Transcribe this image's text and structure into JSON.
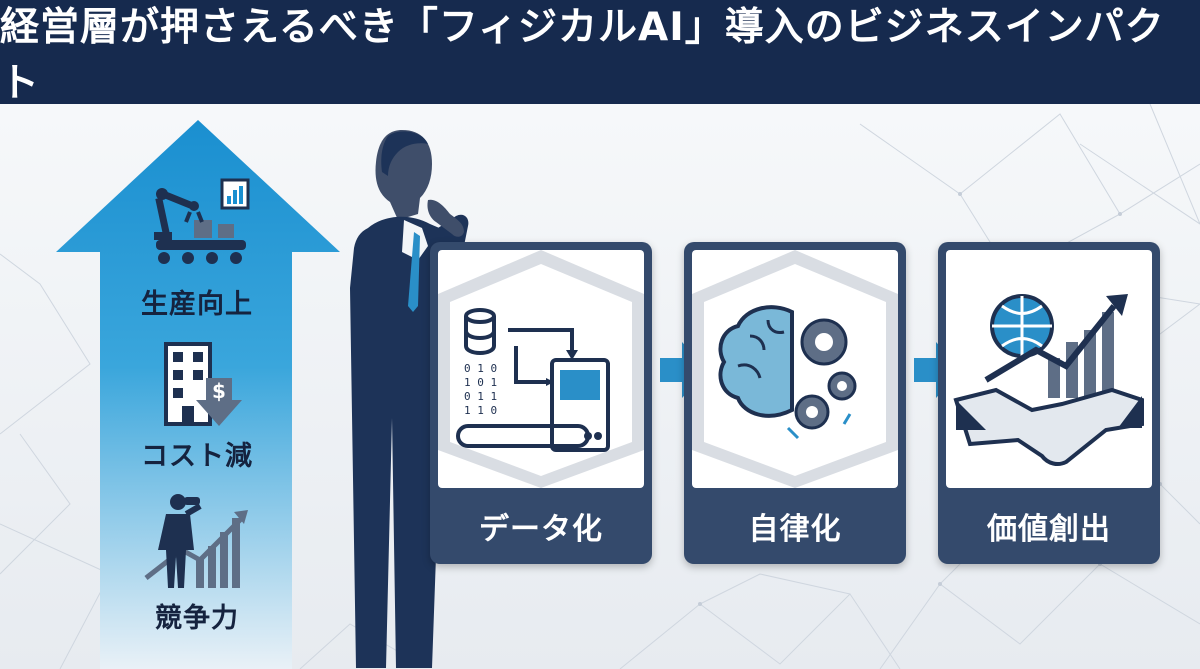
{
  "header": {
    "title": "経営層が押さえるべき「フィジカルAI」導入のビジネスインパクト"
  },
  "benefits": [
    {
      "label": "生産向上",
      "icon": "robot-arm-factory-icon"
    },
    {
      "label": "コスト減",
      "icon": "building-cost-down-icon"
    },
    {
      "label": "競争力",
      "icon": "businessman-binoculars-icon"
    }
  ],
  "steps": [
    {
      "label": "データ化",
      "icon": "database-to-machine-icon"
    },
    {
      "label": "自律化",
      "icon": "brain-gears-icon"
    },
    {
      "label": "価値創出",
      "icon": "handshake-growth-icon"
    }
  ],
  "colors": {
    "header": "#162a4e",
    "accent": "#1f9ad6",
    "card": "#344a6c",
    "navy": "#1d3358"
  }
}
